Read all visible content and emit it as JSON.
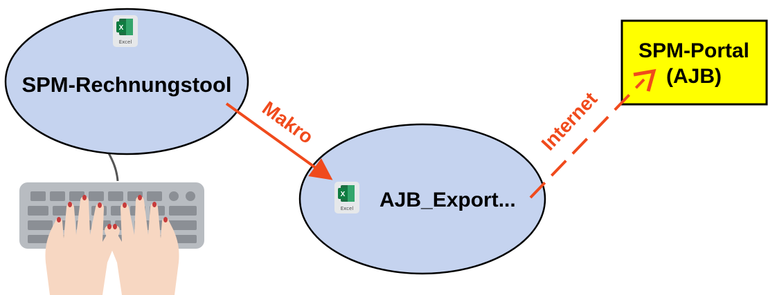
{
  "nodes": {
    "rechnungstool": {
      "label": "SPM-Rechnungstool",
      "icon": "excel-icon",
      "icon_caption": "Excel"
    },
    "export": {
      "label": "AJB_Export...",
      "icon": "excel-icon",
      "icon_caption": "Excel"
    },
    "portal": {
      "label_line1": "SPM-Portal",
      "label_line2": "(AJB)"
    }
  },
  "edges": {
    "makro": {
      "label": "Makro"
    },
    "internet": {
      "label": "Internet"
    }
  },
  "illustration": {
    "icon": "keyboard-hands-icon"
  },
  "colors": {
    "ellipse_fill": "#c5d3ef",
    "portal_fill": "#ffff00",
    "arrow": "#f04a1c",
    "keyboard": "#b8bcc1",
    "keys": "#8b8f95",
    "skin": "#f7d7c2",
    "nails": "#c73b3b"
  }
}
